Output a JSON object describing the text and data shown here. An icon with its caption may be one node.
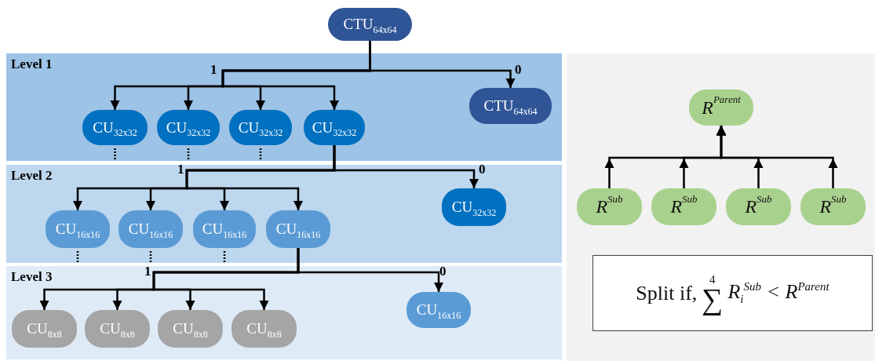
{
  "diagram": {
    "nodes": [
      {
        "text": [
          "CTU$_{64x64}$"
        ]
      },
      {
        "text": [
          "Level 1"
        ]
      },
      {
        "text": [
          "CU$_{32x32}$"
        ],
        "in": 1
      },
      {
        "text": [
          "CU$_{32x32}$"
        ],
        "in": 1
      },
      {
        "text": [
          "CU$_{32x32}$"
        ],
        "in": 1
      },
      {
        "text": [
          "CU$_{32x32}$"
        ],
        "in": 1
      },
      {
        "text": [
          "CTU$_{64x64}$"
        ],
        "in": 1
      },
      {
        "text": [
          "Level 2"
        ]
      },
      {
        "text": [
          "CU$_{16x16}$"
        ],
        "in": 7
      },
      {
        "text": [
          "CU$_{16x16}$"
        ],
        "in": 7
      },
      {
        "text": [
          "CU$_{16x16}$"
        ],
        "in": 7
      },
      {
        "text": [
          "CU$_{16x16}$"
        ],
        "in": 7
      },
      {
        "text": [
          "CU$_{32x32}$"
        ],
        "in": 7
      },
      {
        "text": [
          "Level 3"
        ]
      },
      {
        "text": [
          "CU$_{8x8}$"
        ],
        "in": 13
      },
      {
        "text": [
          "CU$_{8x8}$"
        ],
        "in": 13
      },
      {
        "text": [
          "CU$_{8x8}$"
        ],
        "in": 13
      },
      {
        "text": [
          "CU$_{8x8}$"
        ],
        "in": 13
      },
      {
        "text": [
          "CU$_{16x16}$"
        ],
        "in": 13
      },
      {
        "text": [
          "R$^{Parent}$"
        ]
      },
      {
        "text": [
          "R$^{Sub}$"
        ]
      },
      {
        "text": [
          "R$^{Sub}$"
        ]
      },
      {
        "text": [
          "R$^{Sub}$"
        ]
      },
      {
        "text": [
          "R$^{Sub}$"
        ]
      },
      {
        "text": [
          "Split if,",
          "4",
          "∑",
          "R$_{i}$$^{Sub}$ < R$^{Parent}$"
        ]
      }
    ],
    "edges": [
      {
        "from": 0,
        "to": 2,
        "arrow": "to",
        "label": "1"
      },
      {
        "from": 0,
        "to": 3,
        "arrow": "to"
      },
      {
        "from": 0,
        "to": 4,
        "arrow": "to"
      },
      {
        "from": 0,
        "to": 5,
        "arrow": "to"
      },
      {
        "from": 0,
        "to": 6,
        "arrow": "to",
        "label": "0"
      },
      {
        "from": 5,
        "to": 8,
        "arrow": "to",
        "label": "1"
      },
      {
        "from": 5,
        "to": 9,
        "arrow": "to"
      },
      {
        "from": 5,
        "to": 10,
        "arrow": "to"
      },
      {
        "from": 5,
        "to": 11,
        "arrow": "to"
      },
      {
        "from": 5,
        "to": 12,
        "arrow": "to",
        "label": "0"
      },
      {
        "from": 11,
        "to": 14,
        "arrow": "to",
        "label": "1"
      },
      {
        "from": 11,
        "to": 15,
        "arrow": "to"
      },
      {
        "from": 11,
        "to": 16,
        "arrow": "to"
      },
      {
        "from": 11,
        "to": 17,
        "arrow": "to"
      },
      {
        "from": 11,
        "to": 18,
        "arrow": "to",
        "label": "0"
      },
      {
        "from": 20,
        "to": 19,
        "arrow": "to"
      },
      {
        "from": 21,
        "to": 19,
        "arrow": "to"
      },
      {
        "from": 22,
        "to": 19,
        "arrow": "to"
      },
      {
        "from": 23,
        "to": 19,
        "arrow": "to"
      }
    ]
  }
}
